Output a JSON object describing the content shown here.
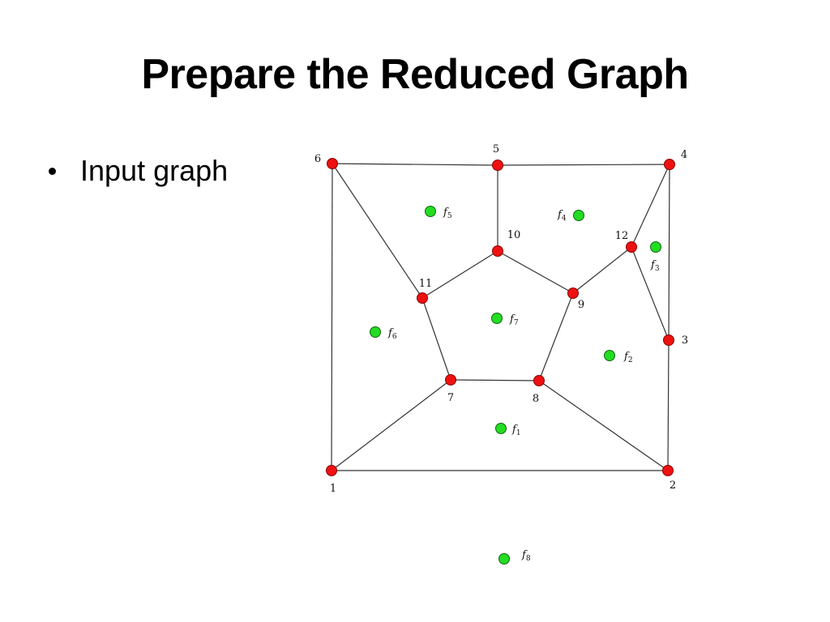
{
  "slide": {
    "title": "Prepare the Reduced Graph",
    "bullets": [
      "Input graph"
    ]
  },
  "graph": {
    "colors": {
      "vertex": "#ee1111",
      "face": "#22dd22",
      "edge": "#333333"
    },
    "vertices": [
      "1",
      "2",
      "3",
      "4",
      "5",
      "6",
      "7",
      "8",
      "9",
      "10",
      "11",
      "12"
    ],
    "faces": [
      {
        "id": "f1",
        "label": "f",
        "sub": "1"
      },
      {
        "id": "f2",
        "label": "f",
        "sub": "2"
      },
      {
        "id": "f3",
        "label": "f",
        "sub": "3"
      },
      {
        "id": "f4",
        "label": "f",
        "sub": "4"
      },
      {
        "id": "f5",
        "label": "f",
        "sub": "5"
      },
      {
        "id": "f6",
        "label": "f",
        "sub": "6"
      },
      {
        "id": "f7",
        "label": "f",
        "sub": "7"
      },
      {
        "id": "f8",
        "label": "f",
        "sub": "8"
      }
    ],
    "edges": [
      [
        "6",
        "5"
      ],
      [
        "5",
        "4"
      ],
      [
        "4",
        "3"
      ],
      [
        "3",
        "2"
      ],
      [
        "2",
        "1"
      ],
      [
        "1",
        "6"
      ],
      [
        "6",
        "11"
      ],
      [
        "5",
        "10"
      ],
      [
        "4",
        "12"
      ],
      [
        "12",
        "3"
      ],
      [
        "12",
        "9"
      ],
      [
        "10",
        "9"
      ],
      [
        "10",
        "11"
      ],
      [
        "11",
        "7"
      ],
      [
        "7",
        "8"
      ],
      [
        "8",
        "9"
      ],
      [
        "7",
        "1"
      ],
      [
        "8",
        "2"
      ]
    ]
  }
}
